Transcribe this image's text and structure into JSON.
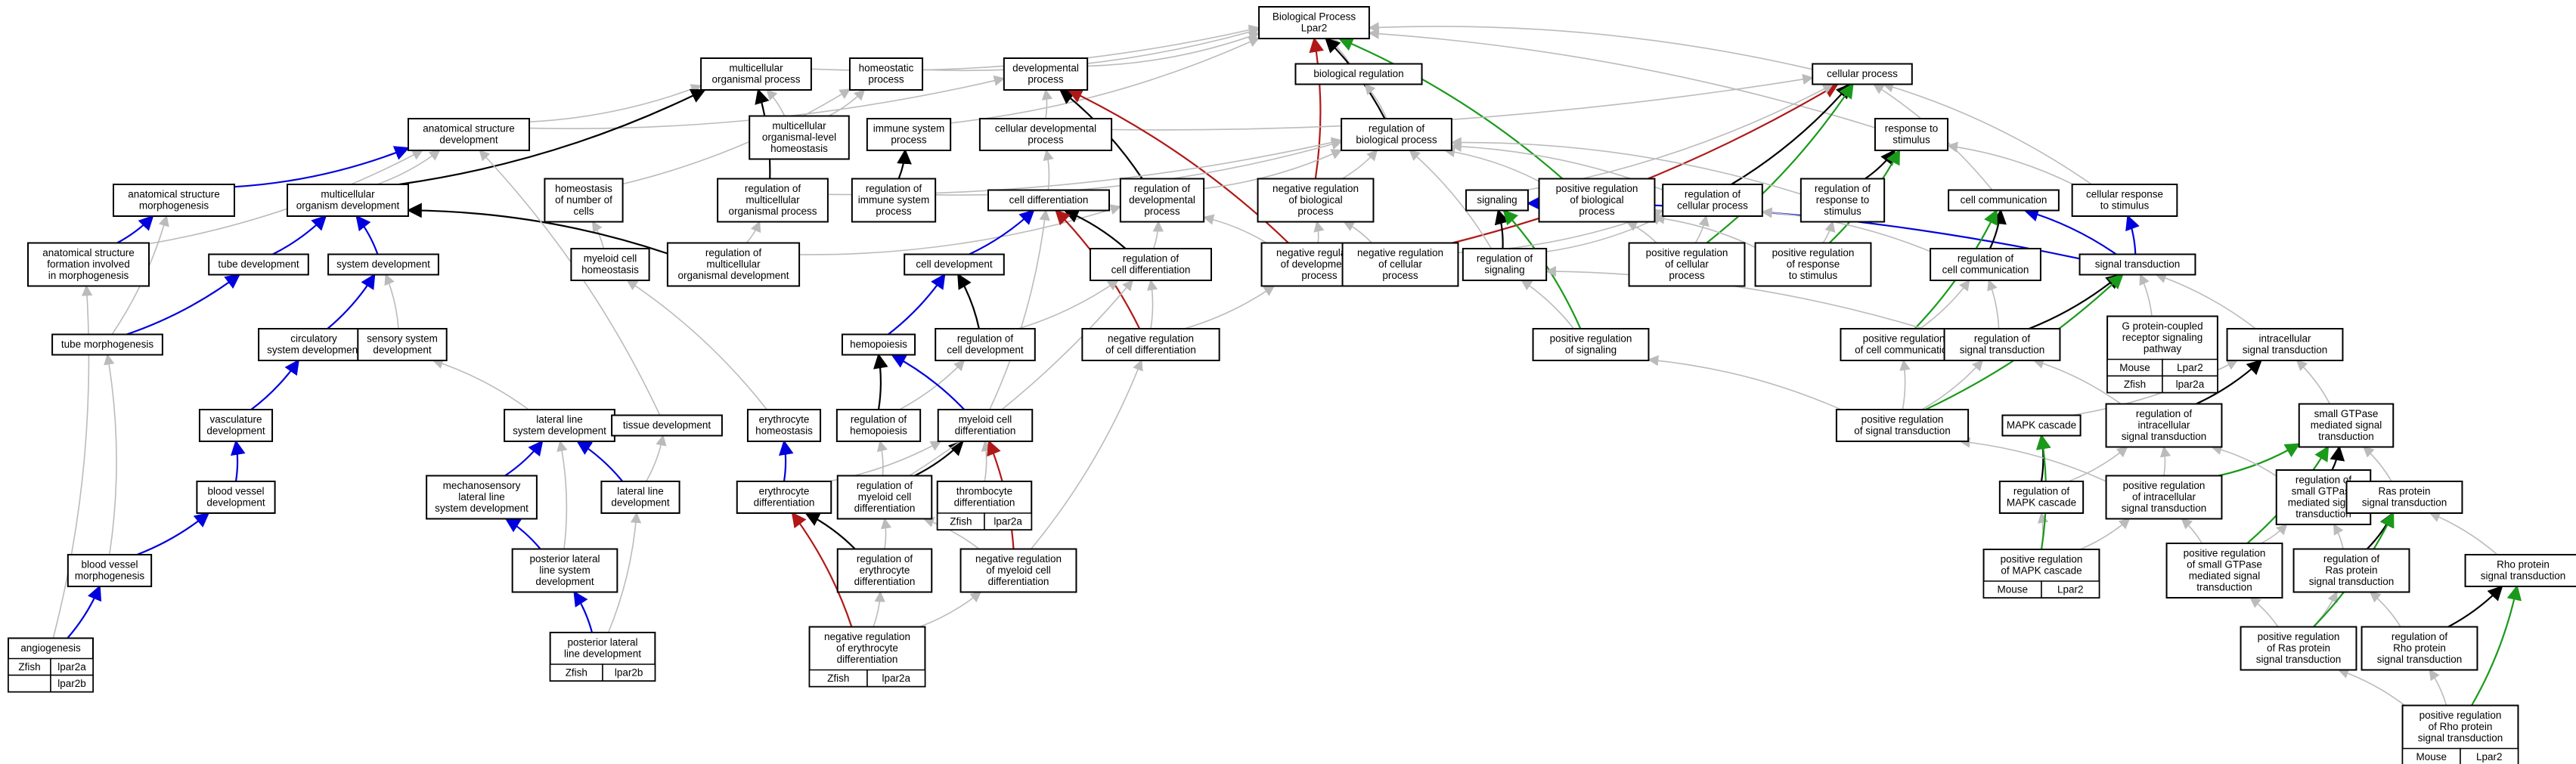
{
  "colors": {
    "is_a": "#bbbbbb",
    "part_of": "#000000",
    "positively_regulates": "#1a9a1a",
    "negatively_regulates": "#b01818",
    "regulates": "#0000dd",
    "zfish_tag": "#5577dd",
    "mouse_tag": "#a8d4e8"
  },
  "nodes": [
    {
      "id": "bp",
      "lines": [
        "Biological Process",
        "Lpar2"
      ]
    },
    {
      "id": "mop",
      "lines": [
        "multicellular",
        "organismal process"
      ]
    },
    {
      "id": "hp",
      "lines": [
        "homeostatic",
        "process"
      ]
    },
    {
      "id": "dp",
      "lines": [
        "developmental",
        "process"
      ]
    },
    {
      "id": "breg",
      "lines": [
        "biological regulation"
      ]
    },
    {
      "id": "cp",
      "lines": [
        "cellular process"
      ]
    },
    {
      "id": "mlh",
      "lines": [
        "multicellular",
        "organismal-level",
        "homeostasis"
      ]
    },
    {
      "id": "isp",
      "lines": [
        "immune system",
        "process"
      ]
    },
    {
      "id": "cdp",
      "lines": [
        "cellular developmental",
        "process"
      ]
    },
    {
      "id": "asd",
      "lines": [
        "anatomical structure",
        "development"
      ]
    },
    {
      "id": "robp",
      "lines": [
        "regulation of",
        "biological process"
      ]
    },
    {
      "id": "rts",
      "lines": [
        "response to",
        "stimulus"
      ]
    },
    {
      "id": "asm",
      "lines": [
        "anatomical structure",
        "morphogenesis"
      ]
    },
    {
      "id": "mod",
      "lines": [
        "multicellular",
        "organism development"
      ]
    },
    {
      "id": "hnc",
      "lines": [
        "homeostasis",
        "of number of",
        "cells"
      ]
    },
    {
      "id": "rmop",
      "lines": [
        "regulation of",
        "multicellular",
        "organismal process"
      ]
    },
    {
      "id": "risp",
      "lines": [
        "regulation of",
        "immune system",
        "process"
      ]
    },
    {
      "id": "cdiff",
      "lines": [
        "cell differentiation"
      ]
    },
    {
      "id": "rdp",
      "lines": [
        "regulation of",
        "developmental",
        "process"
      ]
    },
    {
      "id": "nrbp",
      "lines": [
        "negative regulation",
        "of biological",
        "process"
      ]
    },
    {
      "id": "sig",
      "lines": [
        "signaling"
      ]
    },
    {
      "id": "prbp",
      "lines": [
        "positive regulation",
        "of biological",
        "process"
      ]
    },
    {
      "id": "rcp",
      "lines": [
        "regulation of",
        "cellular process"
      ]
    },
    {
      "id": "rrts",
      "lines": [
        "regulation of",
        "response to",
        "stimulus"
      ]
    },
    {
      "id": "cc",
      "lines": [
        "cell communication"
      ]
    },
    {
      "id": "crs",
      "lines": [
        "cellular response",
        "to stimulus"
      ]
    },
    {
      "id": "asfm",
      "lines": [
        "anatomical structure",
        "formation involved",
        "in morphogenesis"
      ]
    },
    {
      "id": "td",
      "lines": [
        "tube development"
      ]
    },
    {
      "id": "sd",
      "lines": [
        "system development"
      ]
    },
    {
      "id": "mch",
      "lines": [
        "myeloid cell",
        "homeostasis"
      ]
    },
    {
      "id": "rmod",
      "lines": [
        "regulation of",
        "multicellular",
        "organismal development"
      ]
    },
    {
      "id": "cdev",
      "lines": [
        "cell development"
      ]
    },
    {
      "id": "rcd",
      "lines": [
        "regulation of",
        "cell differentiation"
      ]
    },
    {
      "id": "nrdp",
      "lines": [
        "negative regulation",
        "of developmental",
        "process"
      ]
    },
    {
      "id": "nrcp",
      "lines": [
        "negative regulation",
        "of cellular",
        "process"
      ]
    },
    {
      "id": "rsig",
      "lines": [
        "regulation of",
        "signaling"
      ]
    },
    {
      "id": "prcp",
      "lines": [
        "positive regulation",
        "of cellular",
        "process"
      ]
    },
    {
      "id": "prrts",
      "lines": [
        "positive regulation",
        "of response",
        "to stimulus"
      ]
    },
    {
      "id": "rcc",
      "lines": [
        "regulation of",
        "cell communication"
      ]
    },
    {
      "id": "st",
      "lines": [
        "signal transduction"
      ]
    },
    {
      "id": "tm",
      "lines": [
        "tube morphogenesis"
      ]
    },
    {
      "id": "csd",
      "lines": [
        "circulatory",
        "system development"
      ]
    },
    {
      "id": "ssd",
      "lines": [
        "sensory system",
        "development"
      ]
    },
    {
      "id": "hemo",
      "lines": [
        "hemopoiesis"
      ]
    },
    {
      "id": "rcdev",
      "lines": [
        "regulation of",
        "cell development"
      ]
    },
    {
      "id": "nrcd",
      "lines": [
        "negative regulation",
        "of cell differentiation"
      ]
    },
    {
      "id": "prsig",
      "lines": [
        "positive regulation",
        "of signaling"
      ]
    },
    {
      "id": "prcc",
      "lines": [
        "positive regulation",
        "of cell communication"
      ]
    },
    {
      "id": "rst",
      "lines": [
        "regulation of",
        "signal transduction"
      ]
    },
    {
      "id": "gpcr",
      "lines": [
        "G protein-coupled",
        "receptor signaling",
        "pathway"
      ]
    },
    {
      "id": "ist",
      "lines": [
        "intracellular",
        "signal transduction"
      ]
    },
    {
      "id": "vd",
      "lines": [
        "vasculature",
        "development"
      ]
    },
    {
      "id": "llsd",
      "lines": [
        "lateral line",
        "system development"
      ]
    },
    {
      "id": "tisd",
      "lines": [
        "tissue development"
      ]
    },
    {
      "id": "eh",
      "lines": [
        "erythrocyte",
        "homeostasis"
      ]
    },
    {
      "id": "rhemo",
      "lines": [
        "regulation of",
        "hemopoiesis"
      ]
    },
    {
      "id": "mcd",
      "lines": [
        "myeloid cell",
        "differentiation"
      ]
    },
    {
      "id": "prst",
      "lines": [
        "positive regulation",
        "of signal transduction"
      ]
    },
    {
      "id": "mapk",
      "lines": [
        "MAPK cascade"
      ]
    },
    {
      "id": "rist",
      "lines": [
        "regulation of",
        "intracellular",
        "signal transduction"
      ]
    },
    {
      "id": "sgtp",
      "lines": [
        "small GTPase",
        "mediated signal",
        "transduction"
      ]
    },
    {
      "id": "bvd",
      "lines": [
        "blood vessel",
        "development"
      ]
    },
    {
      "id": "mllsd",
      "lines": [
        "mechanosensory",
        "lateral line",
        "system development"
      ]
    },
    {
      "id": "lld",
      "lines": [
        "lateral line",
        "development"
      ]
    },
    {
      "id": "ed",
      "lines": [
        "erythrocyte",
        "differentiation"
      ]
    },
    {
      "id": "rmcd",
      "lines": [
        "regulation of",
        "myeloid cell",
        "differentiation"
      ]
    },
    {
      "id": "thd",
      "lines": [
        "thrombocyte",
        "differentiation"
      ]
    },
    {
      "id": "rmapk",
      "lines": [
        "regulation of",
        "MAPK cascade"
      ]
    },
    {
      "id": "prist",
      "lines": [
        "positive regulation",
        "of intracellular",
        "signal transduction"
      ]
    },
    {
      "id": "rsgtp",
      "lines": [
        "regulation of",
        "small GTPase",
        "mediated signal",
        "transduction"
      ]
    },
    {
      "id": "ras",
      "lines": [
        "Ras protein",
        "signal transduction"
      ]
    },
    {
      "id": "bvm",
      "lines": [
        "blood vessel",
        "morphogenesis"
      ]
    },
    {
      "id": "plld",
      "lines": [
        "posterior lateral",
        "line system",
        "development"
      ]
    },
    {
      "id": "red",
      "lines": [
        "regulation of",
        "erythrocyte",
        "differentiation"
      ]
    },
    {
      "id": "nrmcd",
      "lines": [
        "negative regulation",
        "of myeloid cell",
        "differentiation"
      ]
    },
    {
      "id": "prmapk",
      "lines": [
        "positive regulation",
        "of MAPK cascade"
      ]
    },
    {
      "id": "prsgtp",
      "lines": [
        "positive regulation",
        "of small GTPase",
        "mediated signal",
        "transduction"
      ]
    },
    {
      "id": "rras",
      "lines": [
        "regulation of",
        "Ras protein",
        "signal transduction"
      ]
    },
    {
      "id": "rho",
      "lines": [
        "Rho protein",
        "signal transduction"
      ]
    },
    {
      "id": "ang",
      "lines": [
        "angiogenesis"
      ]
    },
    {
      "id": "pllde",
      "lines": [
        "posterior lateral",
        "line development"
      ]
    },
    {
      "id": "nred",
      "lines": [
        "negative regulation",
        "of erythrocyte",
        "differentiation"
      ]
    },
    {
      "id": "prras",
      "lines": [
        "positive regulation",
        "of Ras protein",
        "signal transduction"
      ]
    },
    {
      "id": "rrho",
      "lines": [
        "regulation of",
        "Rho protein",
        "signal transduction"
      ]
    },
    {
      "id": "prrho",
      "lines": [
        "positive regulation",
        "of Rho protein",
        "signal transduction"
      ]
    }
  ],
  "tags": {
    "ang": [
      [
        "Zfish",
        "lpar2a"
      ],
      [
        "",
        "lpar2b"
      ]
    ],
    "pllde": [
      [
        "Zfish",
        "lpar2b"
      ]
    ],
    "nred": [
      [
        "Zfish",
        "lpar2a"
      ]
    ],
    "thd": [
      [
        "Zfish",
        "lpar2a"
      ]
    ],
    "gpcr": [
      [
        "Mouse",
        "Lpar2"
      ],
      [
        "Zfish",
        "lpar2a"
      ]
    ],
    "prmapk": [
      [
        "Mouse",
        "Lpar2"
      ]
    ],
    "prrho": [
      [
        "Mouse",
        "Lpar2"
      ]
    ]
  },
  "edges": [
    [
      "mop",
      "bp",
      "is_a"
    ],
    [
      "hp",
      "bp",
      "is_a"
    ],
    [
      "dp",
      "bp",
      "is_a"
    ],
    [
      "breg",
      "bp",
      "is_a"
    ],
    [
      "cp",
      "bp",
      "is_a"
    ],
    [
      "rts",
      "bp",
      "is_a"
    ],
    [
      "isp",
      "bp",
      "is_a"
    ],
    [
      "robp",
      "bp",
      "part_of"
    ],
    [
      "nrbp",
      "bp",
      "negatively_regulates"
    ],
    [
      "prbp",
      "bp",
      "positively_regulates"
    ],
    [
      "mlh",
      "mop",
      "is_a"
    ],
    [
      "mlh",
      "hp",
      "is_a"
    ],
    [
      "rmop",
      "mop",
      "part_of"
    ],
    [
      "asd",
      "dp",
      "is_a"
    ],
    [
      "asd",
      "mop",
      "is_a"
    ],
    [
      "cdp",
      "dp",
      "is_a"
    ],
    [
      "cdp",
      "cp",
      "is_a"
    ],
    [
      "mod",
      "mop",
      "part_of"
    ],
    [
      "rdp",
      "dp",
      "part_of"
    ],
    [
      "nrdp",
      "dp",
      "negatively_regulates"
    ],
    [
      "robp",
      "breg",
      "is_a"
    ],
    [
      "rcp",
      "cp",
      "part_of"
    ],
    [
      "nrcp",
      "cp",
      "negatively_regulates"
    ],
    [
      "prcp",
      "cp",
      "positively_regulates"
    ],
    [
      "cc",
      "cp",
      "is_a"
    ],
    [
      "crs",
      "cp",
      "is_a"
    ],
    [
      "crs",
      "rts",
      "is_a"
    ],
    [
      "rrts",
      "rts",
      "part_of"
    ],
    [
      "prrts",
      "rts",
      "positively_regulates"
    ],
    [
      "risp",
      "isp",
      "part_of"
    ],
    [
      "asm",
      "asd",
      "regulates"
    ],
    [
      "mod",
      "asd",
      "is_a"
    ],
    [
      "hnc",
      "hp",
      "is_a"
    ],
    [
      "rmop",
      "robp",
      "is_a"
    ],
    [
      "risp",
      "robp",
      "is_a"
    ],
    [
      "rdp",
      "robp",
      "is_a"
    ],
    [
      "nrbp",
      "robp",
      "is_a"
    ],
    [
      "prbp",
      "robp",
      "is_a"
    ],
    [
      "rcp",
      "robp",
      "is_a"
    ],
    [
      "rrts",
      "robp",
      "is_a"
    ],
    [
      "rsig",
      "robp",
      "is_a"
    ],
    [
      "sig",
      "cp",
      "is_a"
    ],
    [
      "st",
      "sig",
      "regulates"
    ],
    [
      "rsig",
      "sig",
      "part_of"
    ],
    [
      "prsig",
      "sig",
      "positively_regulates"
    ],
    [
      "st",
      "cc",
      "regulates"
    ],
    [
      "st",
      "crs",
      "regulates"
    ],
    [
      "rcc",
      "cc",
      "part_of"
    ],
    [
      "prcc",
      "cc",
      "positively_regulates"
    ],
    [
      "asfm",
      "asm",
      "regulates"
    ],
    [
      "asfm",
      "asd",
      "is_a"
    ],
    [
      "td",
      "mod",
      "regulates"
    ],
    [
      "sd",
      "mod",
      "regulates"
    ],
    [
      "mch",
      "hnc",
      "is_a"
    ],
    [
      "rmod",
      "mod",
      "part_of"
    ],
    [
      "rmod",
      "rmop",
      "is_a"
    ],
    [
      "rmod",
      "rdp",
      "is_a"
    ],
    [
      "cdev",
      "cdiff",
      "regulates"
    ],
    [
      "cdiff",
      "cdp",
      "is_a"
    ],
    [
      "rcd",
      "cdiff",
      "part_of"
    ],
    [
      "rcd",
      "rdp",
      "is_a"
    ],
    [
      "nrcd",
      "cdiff",
      "negatively_regulates"
    ],
    [
      "nrdp",
      "rdp",
      "is_a"
    ],
    [
      "nrdp",
      "nrbp",
      "is_a"
    ],
    [
      "nrcp",
      "nrbp",
      "is_a"
    ],
    [
      "nrcp",
      "rcp",
      "is_a"
    ],
    [
      "prcp",
      "rcp",
      "is_a"
    ],
    [
      "prcp",
      "prbp",
      "is_a"
    ],
    [
      "rsig",
      "rcp",
      "is_a"
    ],
    [
      "prrts",
      "rrts",
      "is_a"
    ],
    [
      "prrts",
      "prbp",
      "is_a"
    ],
    [
      "rcc",
      "rcp",
      "is_a"
    ],
    [
      "tm",
      "td",
      "regulates"
    ],
    [
      "tm",
      "asm",
      "is_a"
    ],
    [
      "csd",
      "sd",
      "regulates"
    ],
    [
      "ssd",
      "sd",
      "is_a"
    ],
    [
      "hemo",
      "cdev",
      "regulates"
    ],
    [
      "rcdev",
      "cdev",
      "part_of"
    ],
    [
      "rcdev",
      "rcd",
      "is_a"
    ],
    [
      "nrcd",
      "rcd",
      "is_a"
    ],
    [
      "nrcd",
      "nrdp",
      "is_a"
    ],
    [
      "prsig",
      "rsig",
      "is_a"
    ],
    [
      "prcc",
      "rcc",
      "is_a"
    ],
    [
      "rst",
      "st",
      "part_of"
    ],
    [
      "rst",
      "rsig",
      "is_a"
    ],
    [
      "rst",
      "rcc",
      "is_a"
    ],
    [
      "gpcr",
      "st",
      "is_a"
    ],
    [
      "ist",
      "st",
      "is_a"
    ],
    [
      "prst",
      "st",
      "positively_regulates"
    ],
    [
      "vd",
      "csd",
      "regulates"
    ],
    [
      "llsd",
      "ssd",
      "is_a"
    ],
    [
      "tisd",
      "asd",
      "is_a"
    ],
    [
      "eh",
      "mch",
      "is_a"
    ],
    [
      "rhemo",
      "hemo",
      "part_of"
    ],
    [
      "rhemo",
      "rcdev",
      "is_a"
    ],
    [
      "mcd",
      "hemo",
      "regulates"
    ],
    [
      "mcd",
      "cdiff",
      "is_a"
    ],
    [
      "prst",
      "rst",
      "is_a"
    ],
    [
      "prst",
      "prsig",
      "is_a"
    ],
    [
      "prst",
      "prcc",
      "is_a"
    ],
    [
      "mapk",
      "ist",
      "is_a"
    ],
    [
      "rist",
      "ist",
      "part_of"
    ],
    [
      "rist",
      "rst",
      "is_a"
    ],
    [
      "sgtp",
      "ist",
      "is_a"
    ],
    [
      "bvd",
      "vd",
      "regulates"
    ],
    [
      "mllsd",
      "llsd",
      "regulates"
    ],
    [
      "lld",
      "llsd",
      "regulates"
    ],
    [
      "lld",
      "tisd",
      "is_a"
    ],
    [
      "ed",
      "eh",
      "regulates"
    ],
    [
      "ed",
      "mcd",
      "is_a"
    ],
    [
      "rmcd",
      "mcd",
      "part_of"
    ],
    [
      "rmcd",
      "rcd",
      "is_a"
    ],
    [
      "rmcd",
      "rhemo",
      "is_a"
    ],
    [
      "thd",
      "mcd",
      "is_a"
    ],
    [
      "rmapk",
      "mapk",
      "part_of"
    ],
    [
      "rmapk",
      "rist",
      "is_a"
    ],
    [
      "prist",
      "rist",
      "is_a"
    ],
    [
      "prist",
      "prst",
      "is_a"
    ],
    [
      "prist",
      "sgtp",
      "positively_regulates"
    ],
    [
      "rsgtp",
      "sgtp",
      "part_of"
    ],
    [
      "rsgtp",
      "rist",
      "is_a"
    ],
    [
      "ras",
      "sgtp",
      "is_a"
    ],
    [
      "bvm",
      "bvd",
      "regulates"
    ],
    [
      "bvm",
      "tm",
      "is_a"
    ],
    [
      "plld",
      "mllsd",
      "regulates"
    ],
    [
      "plld",
      "llsd",
      "is_a"
    ],
    [
      "red",
      "ed",
      "part_of"
    ],
    [
      "red",
      "rmcd",
      "is_a"
    ],
    [
      "nrmcd",
      "mcd",
      "negatively_regulates"
    ],
    [
      "nrmcd",
      "rmcd",
      "is_a"
    ],
    [
      "nrmcd",
      "nrcd",
      "is_a"
    ],
    [
      "prmapk",
      "rmapk",
      "is_a"
    ],
    [
      "prmapk",
      "prist",
      "is_a"
    ],
    [
      "prmapk",
      "mapk",
      "positively_regulates"
    ],
    [
      "prsgtp",
      "rsgtp",
      "is_a"
    ],
    [
      "prsgtp",
      "prist",
      "is_a"
    ],
    [
      "prsgtp",
      "sgtp",
      "positively_regulates"
    ],
    [
      "rras",
      "ras",
      "part_of"
    ],
    [
      "rras",
      "rsgtp",
      "is_a"
    ],
    [
      "rho",
      "ras",
      "is_a"
    ],
    [
      "ang",
      "bvm",
      "regulates"
    ],
    [
      "ang",
      "asfm",
      "is_a"
    ],
    [
      "pllde",
      "plld",
      "regulates"
    ],
    [
      "pllde",
      "lld",
      "is_a"
    ],
    [
      "nred",
      "red",
      "is_a"
    ],
    [
      "nred",
      "nrmcd",
      "is_a"
    ],
    [
      "nred",
      "ed",
      "negatively_regulates"
    ],
    [
      "prras",
      "rras",
      "is_a"
    ],
    [
      "prras",
      "prsgtp",
      "is_a"
    ],
    [
      "prras",
      "ras",
      "positively_regulates"
    ],
    [
      "rrho",
      "rho",
      "part_of"
    ],
    [
      "rrho",
      "rras",
      "is_a"
    ],
    [
      "prrho",
      "rrho",
      "is_a"
    ],
    [
      "prrho",
      "prras",
      "is_a"
    ],
    [
      "prrho",
      "rho",
      "positively_regulates"
    ]
  ]
}
